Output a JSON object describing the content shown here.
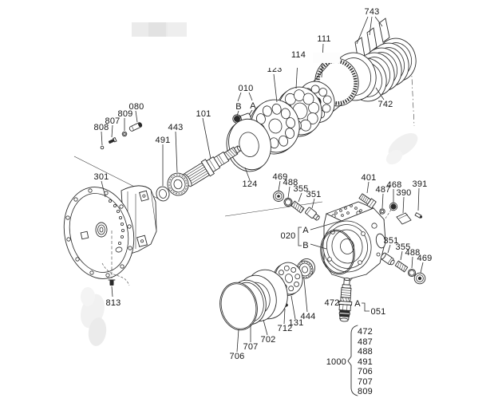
{
  "callouts": {
    "c743": "743",
    "c742": "742",
    "c111": "111",
    "c114": "114",
    "c123": "123",
    "pin": {
      "code": "010",
      "view_b": "B",
      "view_a": "A"
    },
    "c080": "080",
    "c809": "809",
    "c807": "807",
    "c808": "808",
    "c101": "101",
    "c443": "443",
    "c491": "491",
    "c301": "301",
    "c813": "813",
    "c124": "124",
    "valve_left": {
      "plug": "469",
      "oring": "488",
      "spring": "355",
      "piston": "351"
    },
    "top_right": {
      "bolt": "401",
      "oring": "487",
      "nut": "468",
      "plate": "390",
      "screw": "391"
    },
    "valve_right": {
      "piston": "351",
      "spring": "355",
      "oring": "488",
      "plug": "469"
    },
    "housing": {
      "code": "020",
      "face_a": "A",
      "face_b": "B"
    },
    "rear": {
      "cover": "706",
      "ring": "707",
      "drum": "702",
      "pin": "712",
      "plate": "131",
      "bearing": "444"
    },
    "relief_valve": {
      "code": "472",
      "ref": "A",
      "detail": "051"
    },
    "seal_kit": {
      "code": "1000",
      "items": [
        "472",
        "487",
        "488",
        "491",
        "706",
        "707",
        "809"
      ]
    }
  }
}
